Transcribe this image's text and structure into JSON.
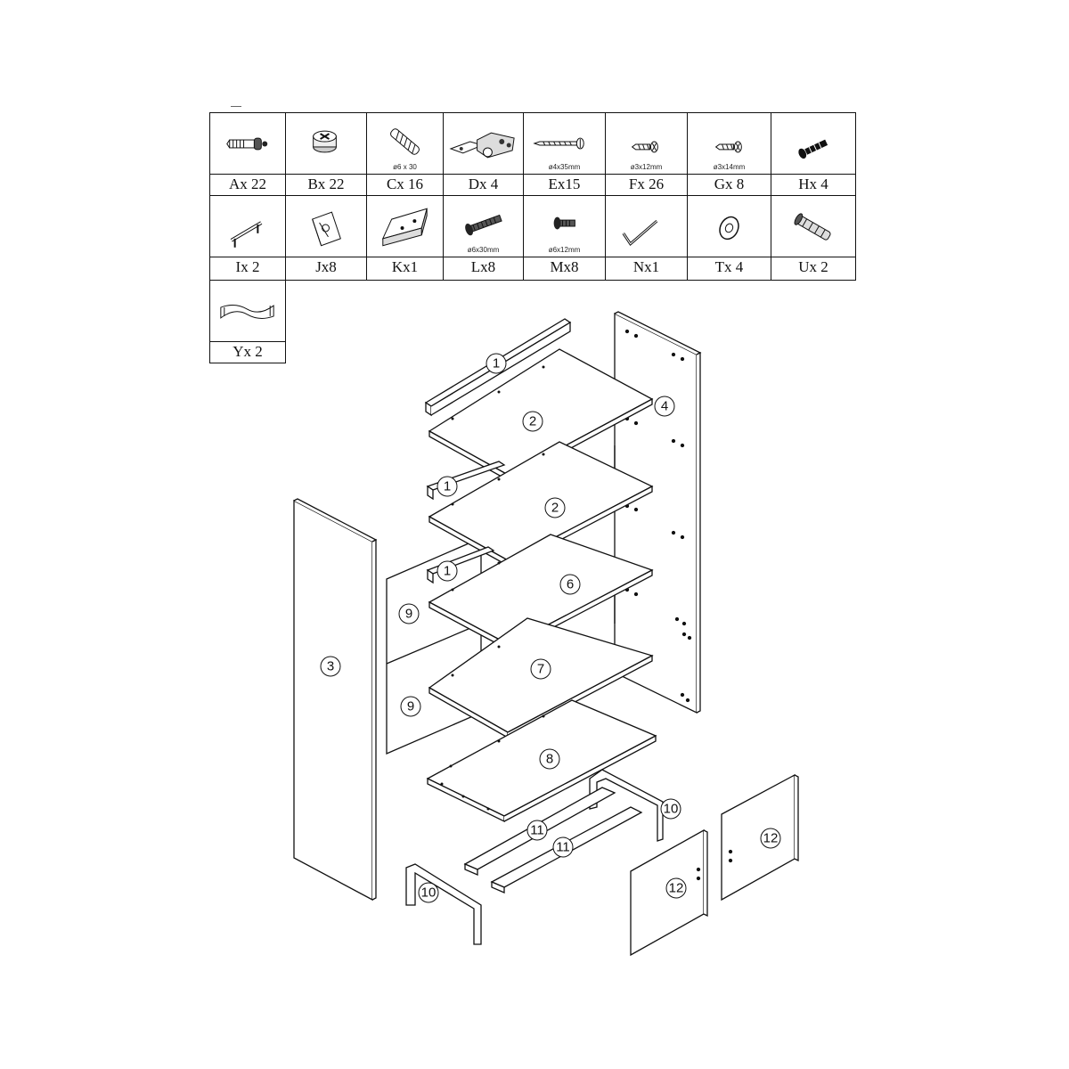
{
  "hardware_rows": [
    [
      {
        "icon": "cam-bolt-icon",
        "size": "",
        "qty": "Ax 22"
      },
      {
        "icon": "cam-lock-icon",
        "size": "",
        "qty": "Bx 22"
      },
      {
        "icon": "wooden-dowel-icon",
        "size": "ø6 x 30",
        "qty": "Cx 16"
      },
      {
        "icon": "cabinet-hinge-icon",
        "size": "",
        "qty": "Dx 4"
      },
      {
        "icon": "long-screw-icon",
        "size": "ø4x35mm",
        "qty": "Ex15"
      },
      {
        "icon": "short-screw-icon",
        "size": "ø3x12mm",
        "qty": "Fx 26"
      },
      {
        "icon": "short-screw-icon",
        "size": "ø3x14mm",
        "qty": "Gx 8"
      },
      {
        "icon": "black-screw-icon",
        "size": "",
        "qty": "Hx 4"
      }
    ],
    [
      {
        "icon": "handle-icon",
        "size": "",
        "qty": "Ix 2"
      },
      {
        "icon": "corner-bracket-icon",
        "size": "",
        "qty": "Jx8"
      },
      {
        "icon": "wood-block-icon",
        "size": "",
        "qty": "Kx1"
      },
      {
        "icon": "bolt-icon",
        "size": "ø6x30mm",
        "qty": "Lx8"
      },
      {
        "icon": "short-bolt-icon",
        "size": "ø6x12mm",
        "qty": "Mx8"
      },
      {
        "icon": "allen-key-icon",
        "size": "",
        "qty": "Nx1"
      },
      {
        "icon": "washer-icon",
        "size": "",
        "qty": "Tx 4"
      },
      {
        "icon": "wall-plug-icon",
        "size": "",
        "qty": "Ux 2"
      }
    ],
    [
      {
        "icon": "safety-strap-icon",
        "size": "",
        "qty": "Yx 2"
      }
    ]
  ],
  "part_labels": {
    "p1a": "1",
    "p1b": "1",
    "p1c": "1",
    "p2a": "2",
    "p2b": "2",
    "p3": "3",
    "p4": "4",
    "p6": "6",
    "p7": "7",
    "p8": "8",
    "p9a": "9",
    "p9b": "9",
    "p10a": "10",
    "p10b": "10",
    "p11a": "11",
    "p11b": "11",
    "p12a": "12",
    "p12b": "12"
  },
  "colors": {
    "line": "#111111",
    "background": "#ffffff"
  }
}
